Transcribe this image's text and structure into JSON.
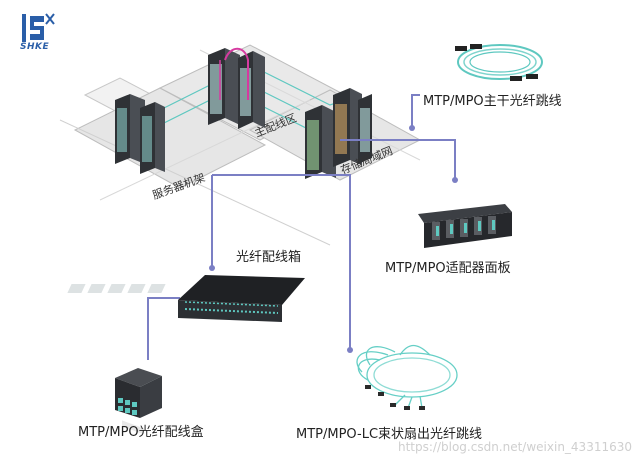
{
  "logo": {
    "text": "SHKE"
  },
  "zones": {
    "server_rack": "服务器机架",
    "main_distribution": "主配线区",
    "storage_lan": "存储局域网"
  },
  "components": {
    "trunk_cable": "MTP/MPO主干光纤跳线",
    "adapter_panel": "MTP/MPO适配器面板",
    "fiber_enclosure": "光纤配线箱",
    "cassette": "MTP/MPO光纤配线盒",
    "fanout_cable": "MTP/MPO-LC束状扇出光纤跳线"
  },
  "watermark": "https://blog.csdn.net/weixin_43311630",
  "colors": {
    "connector_line": "#7b7fc4",
    "platform": "#e6e6e6",
    "platform_edge": "#bdbdbd",
    "rack_dark": "#3a3d42",
    "teal_fiber": "#5ec8c0",
    "magenta_link": "#d63aa0"
  }
}
